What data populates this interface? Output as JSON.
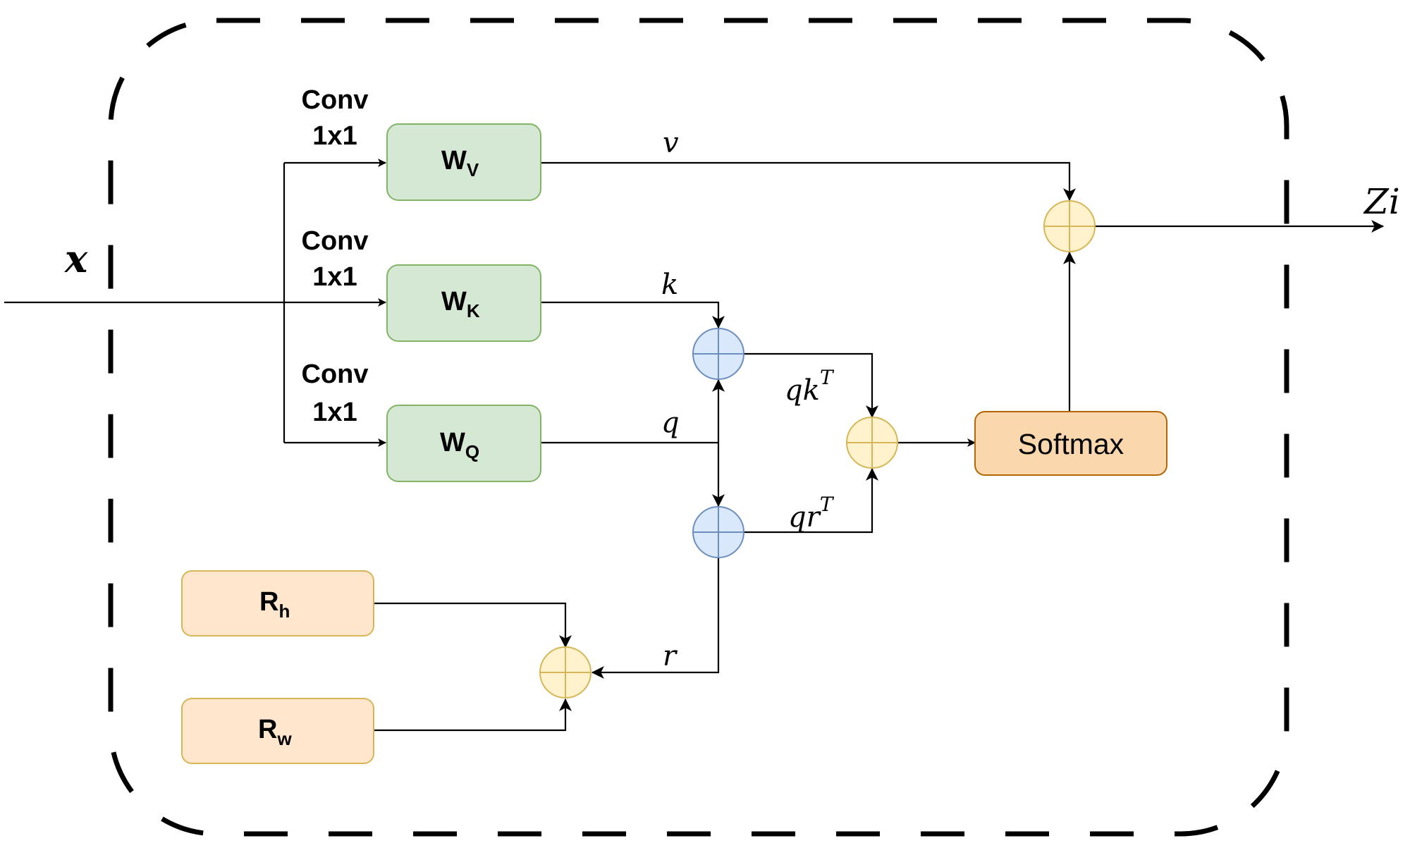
{
  "diagram": {
    "title": "Relative position self-attention block",
    "input_label": "x",
    "output_label": "Zi",
    "conv_labels": [
      {
        "line1": "Conv",
        "line2": "1x1"
      },
      {
        "line1": "Conv",
        "line2": "1x1"
      },
      {
        "line1": "Conv",
        "line2": "1x1"
      }
    ],
    "weight_boxes": [
      {
        "main": "W",
        "sub": "V"
      },
      {
        "main": "W",
        "sub": "K"
      },
      {
        "main": "W",
        "sub": "Q"
      }
    ],
    "position_boxes": [
      {
        "main": "R",
        "sub": "h"
      },
      {
        "main": "R",
        "sub": "w"
      }
    ],
    "softmax_label": "Softmax",
    "edge_labels": {
      "v": "v",
      "k": "k",
      "q": "q",
      "r": "r",
      "qk": {
        "base": "qk",
        "sup": "T"
      },
      "qr": {
        "base": "qr",
        "sup": "T"
      }
    },
    "colors": {
      "weight_fill": "#d5e8d4",
      "weight_stroke": "#82b366",
      "position_fill": "#ffe6cc",
      "position_stroke": "#d6b656",
      "softmax_fill": "#fad7ac",
      "softmax_stroke": "#b46504",
      "adder_yellow_fill": "#fff2cc",
      "adder_yellow_stroke": "#d6b656",
      "adder_blue_fill": "#dae8fc",
      "adder_blue_stroke": "#6c8ebf",
      "border": "#000000"
    }
  }
}
